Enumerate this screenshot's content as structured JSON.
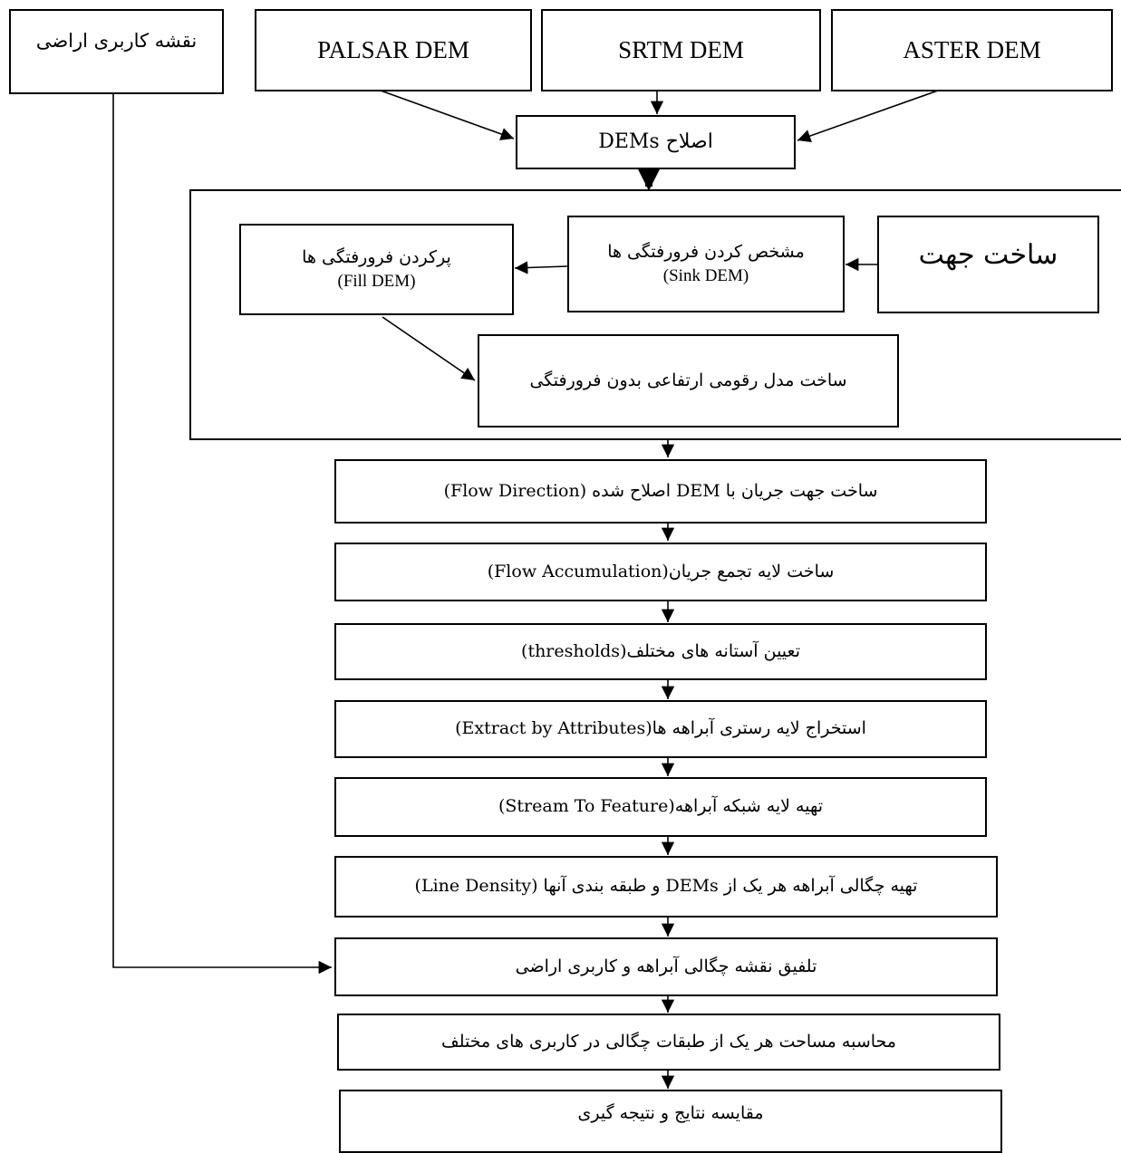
{
  "inputs": {
    "landuse_map": "نقشه کاربری اراضی",
    "palsar": "PALSAR DEM",
    "srtm": "SRTM DEM",
    "aster": "ASTER DEM"
  },
  "correction": "اصلاح DEMs",
  "preprocess": {
    "flow_dir_initial": "ساخت جهت",
    "sink_label": "مشخص کردن فرورفتگی ها",
    "sink_en": "(Sink DEM)",
    "fill_label": "پرکردن فرورفتگی ها",
    "fill_en": "(Fill DEM)",
    "depressionless": "ساخت مدل رقومی ارتفاعی بدون فرورفتگی"
  },
  "steps": [
    "ساخت جهت جریان با DEM اصلاح شده (Flow Direction)",
    "ساخت لایه تجمع جریان(Flow Accumulation)",
    "تعیین آستانه های مختلف(thresholds)",
    "استخراج لایه رستری آبراهه ها(Extract by Attributes)",
    "تهیه لایه شبکه آبراهه(Stream To Feature)",
    "تهیه چگالی آبراهه هر یک از DEMs و طبقه بندی آنها (Line Density)",
    "تلفیق نقشه چگالی آبراهه و کاربری اراضی",
    "محاسبه مساحت هر یک از طبقات چگالی در کاربری های مختلف",
    "مقایسه نتایج و نتیجه گیری"
  ],
  "colors": {
    "stroke": "#000000",
    "background": "#ffffff"
  }
}
